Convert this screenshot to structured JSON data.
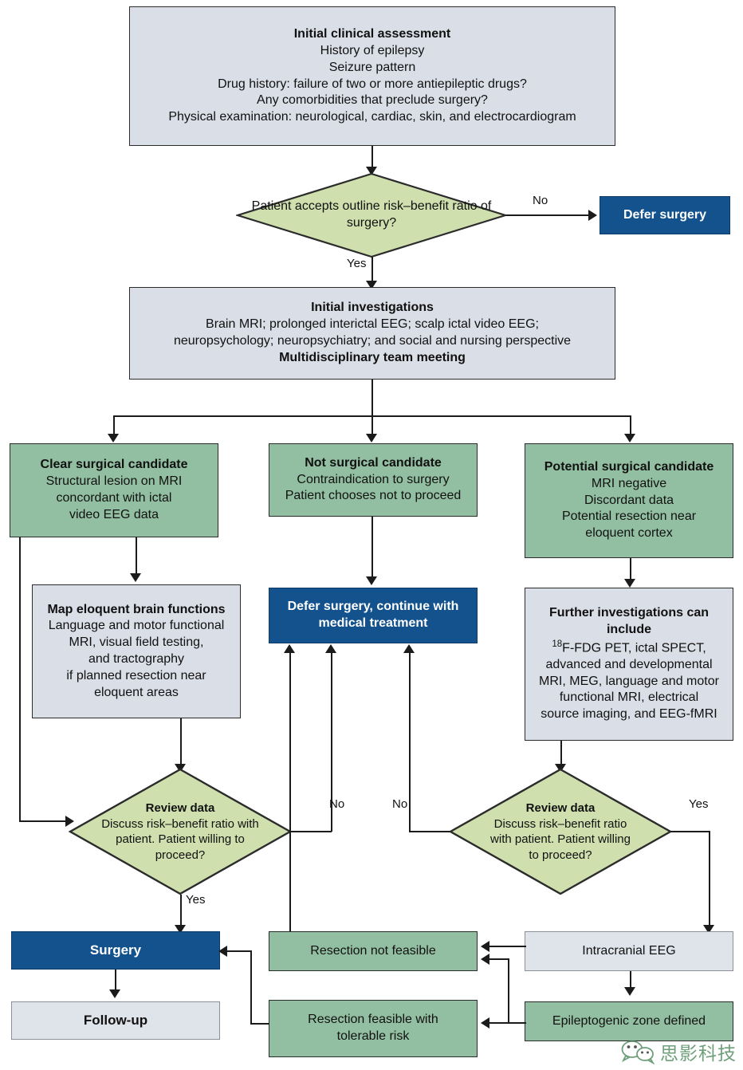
{
  "diagram": {
    "title": "Epilepsy surgery evaluation pathway",
    "colors": {
      "gray_box": "#dadee6",
      "green_box": "#92bfa1",
      "diamond_green": "#cfdfae",
      "blue_box": "#13528c",
      "line": "#1b1b1b",
      "watermark_green": "#4f8a5e"
    }
  },
  "nodes": {
    "initial_assessment": {
      "header": "Initial clinical assessment",
      "lines": [
        "History of epilepsy",
        "Seizure pattern",
        "Drug history: failure of two or more antiepileptic drugs?",
        "Any comorbidities that preclude surgery?",
        "Physical examination: neurological, cardiac, skin, and electrocardiogram"
      ]
    },
    "decision_accept": {
      "header": "",
      "lines": [
        "Patient accepts",
        "outline risk–benefit ratio of",
        "surgery?"
      ]
    },
    "defer_surgery": {
      "label": "Defer surgery"
    },
    "initial_investigations": {
      "header": "Initial investigations",
      "lines": [
        "Brain MRI; prolonged interictal EEG; scalp ictal video EEG;",
        "neuropsychology; neuropsychiatry; and social and nursing perspective"
      ],
      "footer": "Multidisciplinary team meeting"
    },
    "clear_candidate": {
      "header": "Clear surgical candidate",
      "lines": [
        "Structural lesion on MRI",
        "concordant with ictal",
        "video EEG data"
      ]
    },
    "not_candidate": {
      "header": "Not surgical candidate",
      "lines": [
        "Contraindication to surgery",
        "Patient chooses not to proceed"
      ]
    },
    "potential_candidate": {
      "header": "Potential surgical candidate",
      "lines": [
        "MRI negative",
        "Discordant data",
        "Potential resection near",
        "eloquent cortex"
      ]
    },
    "map_eloquent": {
      "header": "Map eloquent brain functions",
      "lines": [
        "Language and motor functional",
        "MRI, visual field testing,",
        "and tractography",
        "if planned resection near",
        "eloquent areas"
      ]
    },
    "defer_medical": {
      "line1": "Defer surgery, continue with",
      "line2": "medical treatment"
    },
    "further_investigations": {
      "header_line1": "Further investigations can",
      "header_line2": "include",
      "sup": "18",
      "lines": [
        "F-FDG PET, ictal SPECT,",
        "advanced and developmental",
        "MRI, MEG, language and motor",
        "functional MRI, electrical",
        "source imaging, and EEG-fMRI"
      ]
    },
    "review_left": {
      "header": "Review data",
      "lines": [
        "Discuss risk–benefit ratio with",
        "patient. Patient willing to",
        "proceed?"
      ]
    },
    "review_right": {
      "header": "Review data",
      "lines": [
        "Discuss risk–benefit ratio",
        "with patient. Patient willing",
        "to proceed?"
      ]
    },
    "surgery": {
      "label": "Surgery"
    },
    "follow_up": {
      "label": "Follow-up"
    },
    "resection_not_feasible": {
      "label": "Resection not feasible"
    },
    "resection_feasible": {
      "line1": "Resection feasible with",
      "line2": "tolerable risk"
    },
    "intracranial_eeg": {
      "label": "Intracranial EEG"
    },
    "epileptogenic_zone": {
      "label": "Epileptogenic zone defined"
    }
  },
  "edge_labels": {
    "accept_no": "No",
    "accept_yes": "Yes",
    "review_left_no": "No",
    "review_left_yes": "Yes",
    "review_right_no": "No",
    "review_right_yes": "Yes"
  },
  "watermark": {
    "text": "思影科技",
    "icon": "wechat-icon"
  }
}
